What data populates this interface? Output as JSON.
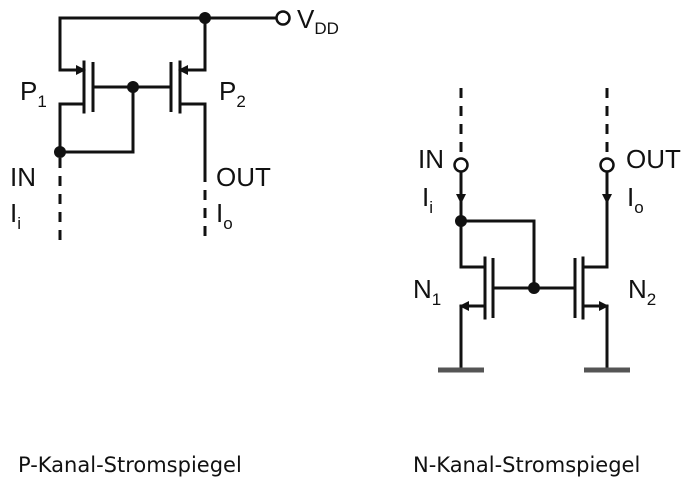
{
  "p_mirror": {
    "supply_label": "V",
    "supply_sub": "DD",
    "p1_label": "P",
    "p1_sub": "1",
    "p2_label": "P",
    "p2_sub": "2",
    "in_label": "IN",
    "out_label": "OUT",
    "ii_label": "I",
    "ii_sub": "i",
    "io_label": "I",
    "io_sub": "o",
    "caption": "P-Kanal-Stromspiegel"
  },
  "n_mirror": {
    "in_label": "IN",
    "out_label": "OUT",
    "ii_label": "I",
    "ii_sub": "i",
    "io_label": "I",
    "io_sub": "o",
    "n1_label": "N",
    "n1_sub": "1",
    "n2_label": "N",
    "n2_sub": "2",
    "caption": "N-Kanal-Stromspiegel"
  },
  "colors": {
    "wire": "#111111",
    "ground": "#555555",
    "background": "#ffffff"
  }
}
